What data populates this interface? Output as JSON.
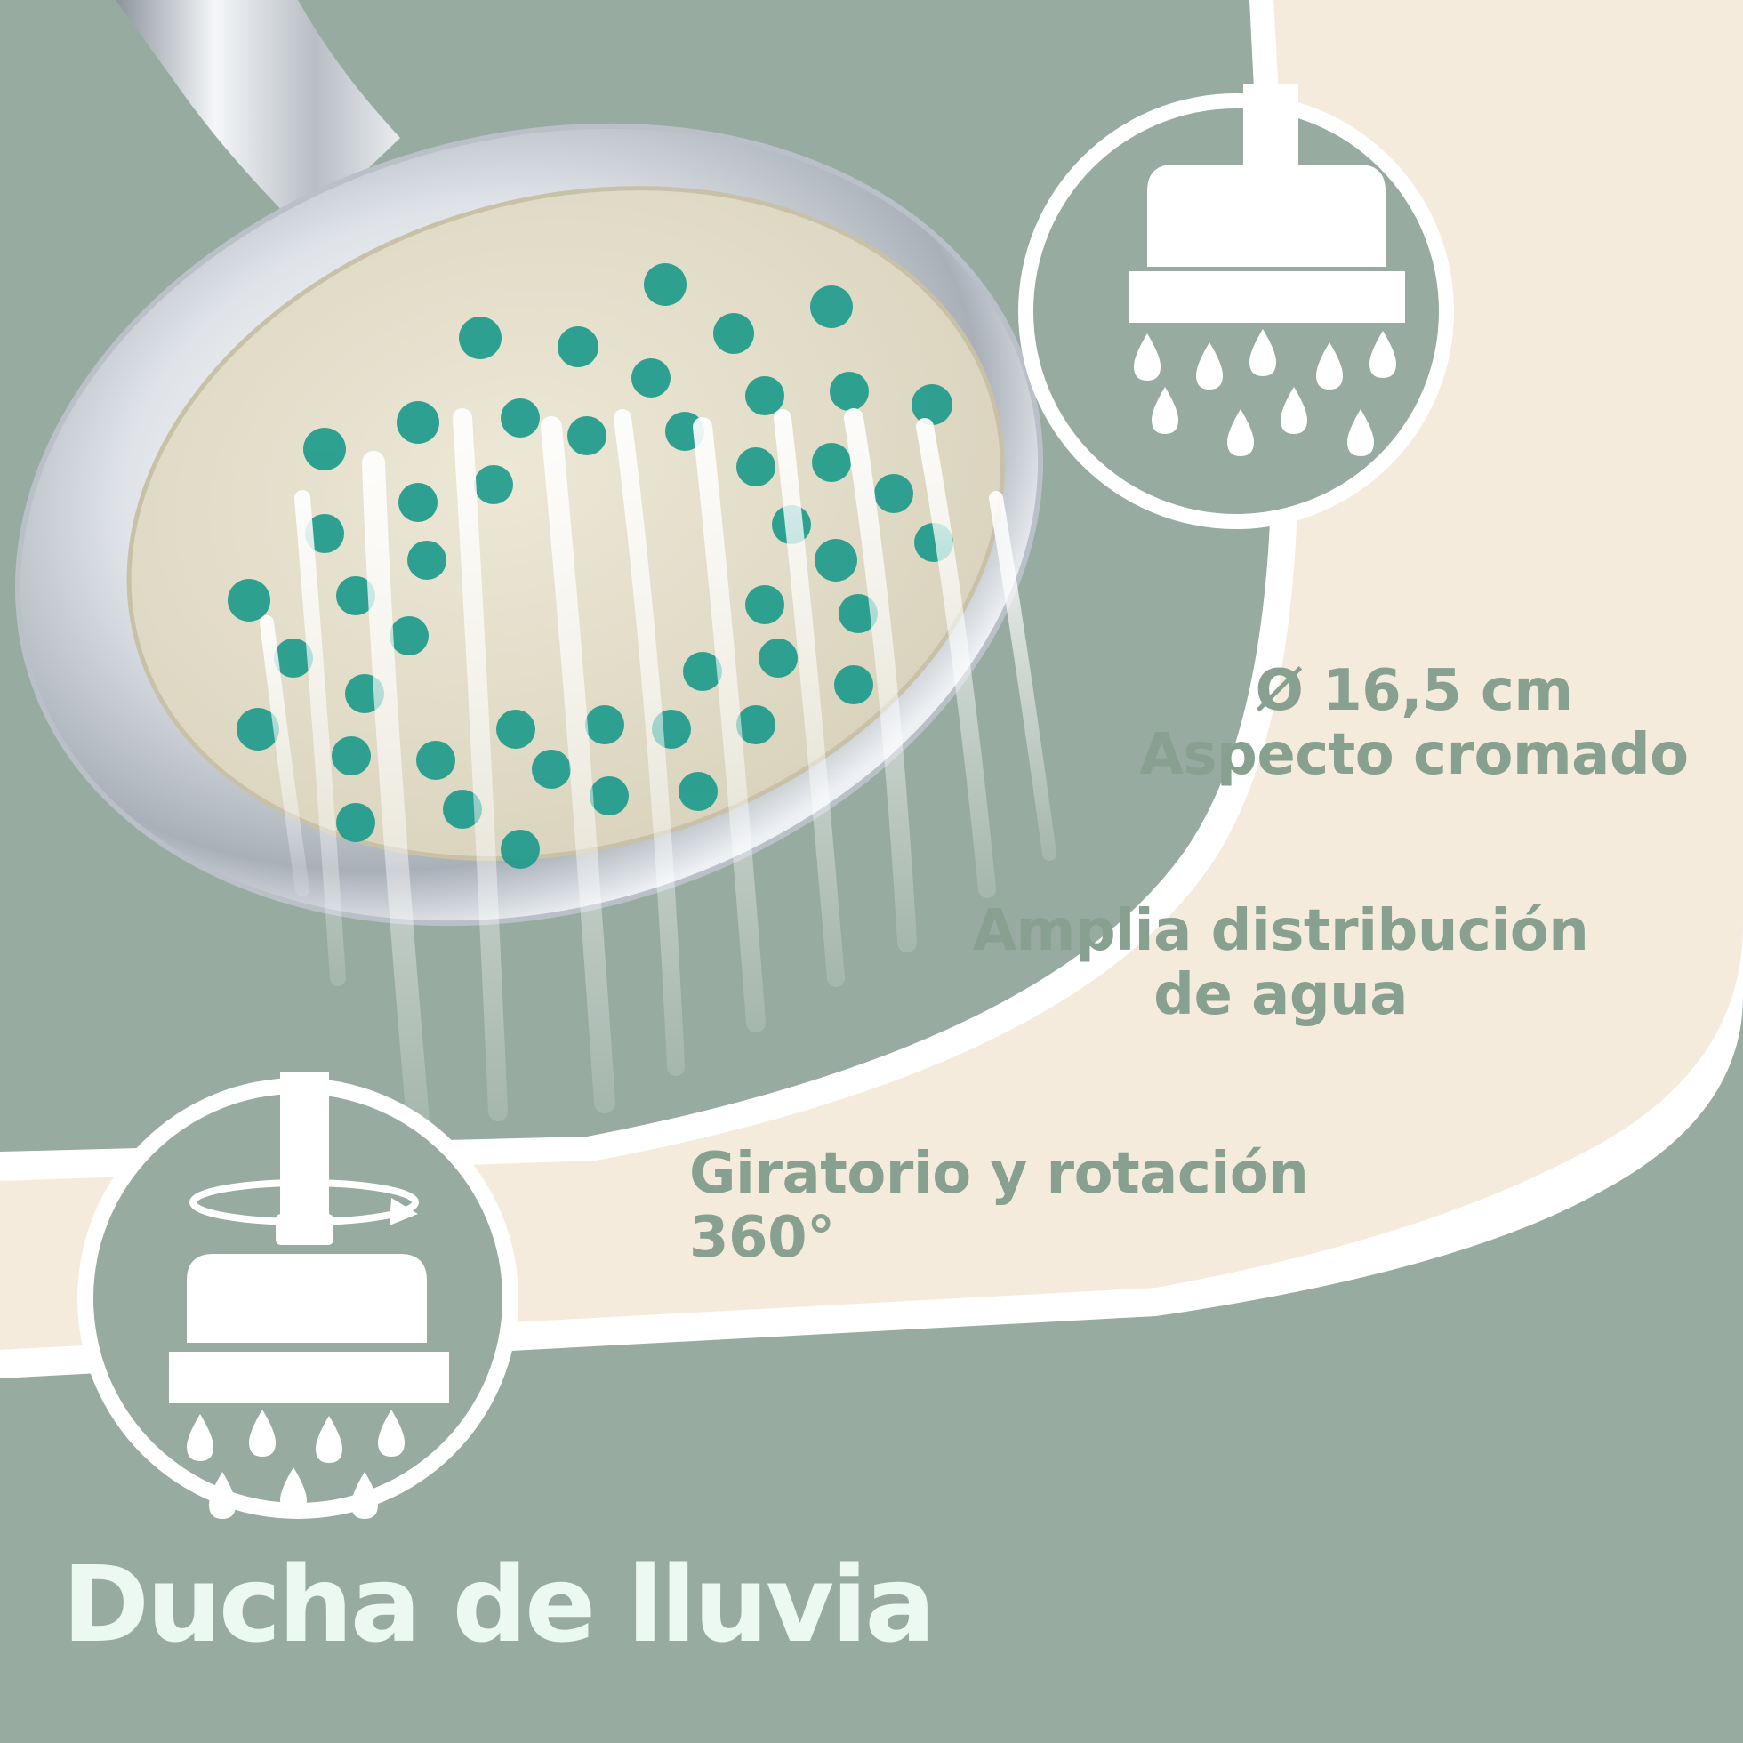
{
  "colors": {
    "background_sage": "#97aba0",
    "cream_band": "#f5ebdd",
    "white_border": "#ffffff",
    "text_green": "#87a08f",
    "title_white": "#ecf8f2",
    "chrome": "#d9dee3",
    "nozzle_teal": "#1f9b8c",
    "faceplate_beige": "#e7e1cb"
  },
  "icons": {
    "top_right": "shower-head-water-icon",
    "bottom_left": "rotating-shower-head-icon"
  },
  "features": {
    "diameter": "Ø 16,5 cm",
    "finish": "Aspecto cromado",
    "distribution_line1": "Amplia distribución",
    "distribution_line2": "de agua",
    "rotation_line1": "Giratorio y rotación",
    "rotation_line2": "360°"
  },
  "title": "Ducha de lluvia"
}
